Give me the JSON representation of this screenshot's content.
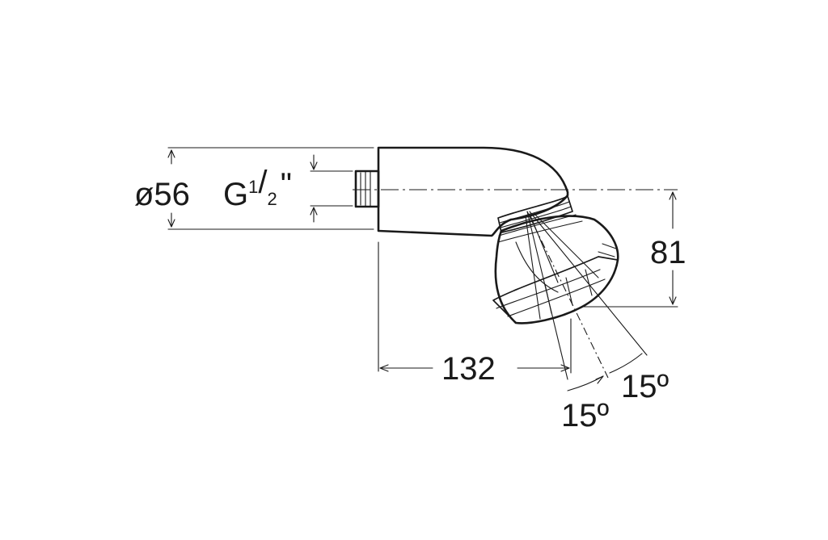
{
  "dimensions": {
    "diameter": "ø56",
    "thread_prefix": "G",
    "thread_num": "1",
    "thread_den": "2",
    "thread_suffix": "\"",
    "horizontal": "132",
    "vertical": "81",
    "angle_left": "15º",
    "angle_right": "15º"
  },
  "colors": {
    "ink": "#1a1a1a",
    "background": "#ffffff"
  }
}
